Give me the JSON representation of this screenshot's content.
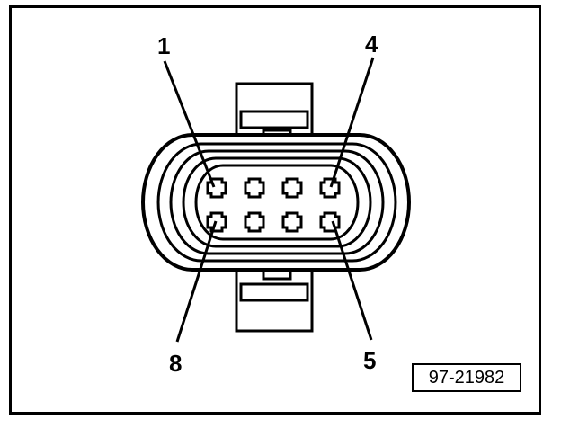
{
  "pin_labels": {
    "top_left": "1",
    "top_right": "4",
    "bottom_left": "8",
    "bottom_right": "5"
  },
  "reference_number": "97-21982"
}
